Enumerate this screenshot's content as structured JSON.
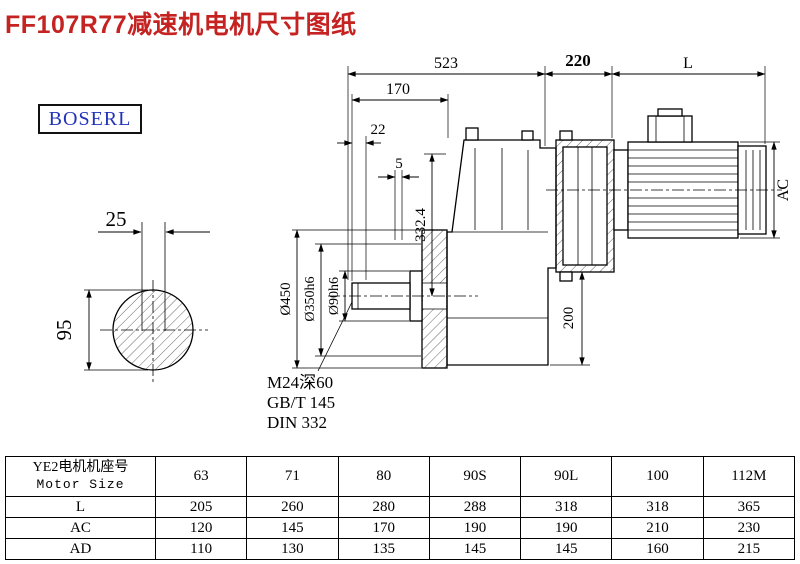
{
  "title": "FF107R77减速机电机尺寸图纸",
  "brand": "BOSERL",
  "colors": {
    "title": "#c52222",
    "brand_text": "#2233bb",
    "line": "#000000"
  },
  "drawing": {
    "dim_523": "523",
    "dim_220": "220",
    "dim_L": "L",
    "dim_170": "170",
    "dim_22": "22",
    "dim_5": "5",
    "dim_AC": "AC",
    "dim_25": "25",
    "dim_95": "95",
    "dia_450": "Ø450",
    "dia_350": "Ø350h6",
    "dia_90": "Ø90h6",
    "dim_332": "332.4",
    "dim_200": "200",
    "note_thread": "M24深60",
    "note_gb": "GB/T 145",
    "note_din": "DIN 332"
  },
  "table": {
    "header_cn": "YE2电机机座号",
    "header_en": "Motor Size",
    "sizes": [
      "63",
      "71",
      "80",
      "90S",
      "90L",
      "100",
      "112M"
    ],
    "rows": [
      {
        "label": "L",
        "values": [
          "205",
          "260",
          "280",
          "288",
          "318",
          "318",
          "365"
        ]
      },
      {
        "label": "AC",
        "values": [
          "120",
          "145",
          "170",
          "190",
          "190",
          "210",
          "230"
        ]
      },
      {
        "label": "AD",
        "values": [
          "110",
          "130",
          "135",
          "145",
          "145",
          "160",
          "215"
        ]
      }
    ]
  }
}
